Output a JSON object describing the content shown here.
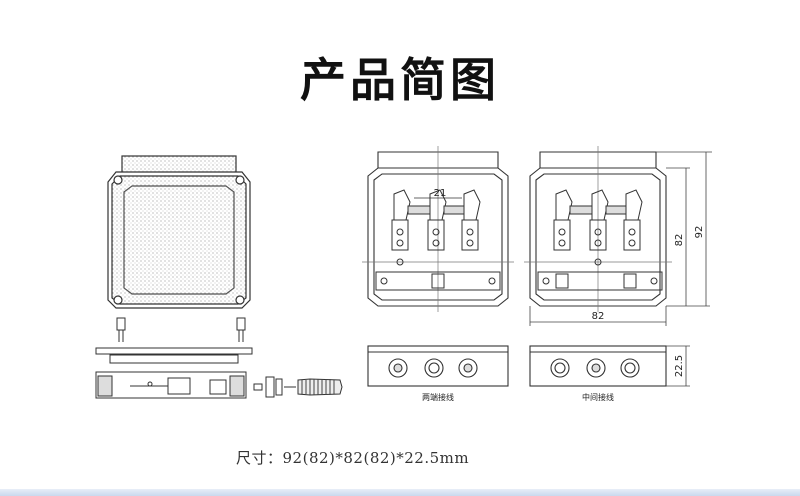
{
  "title": "产品简图",
  "front_view": {
    "dim_21": "21",
    "dim_92_vertical": "92",
    "dim_82_vertical": "82",
    "dim_82_horizontal": "82"
  },
  "side_views": {
    "left_caption": "两端接线",
    "right_caption": "中间接线",
    "height_dim": "22.5"
  },
  "dimensions_text": "尺寸：92(82)*82(82)*22.5mm"
}
